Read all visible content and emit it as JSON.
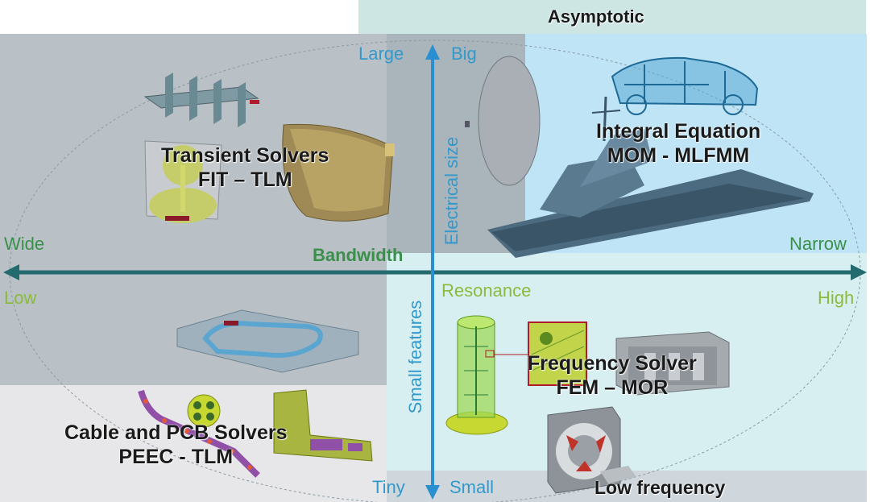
{
  "quadrants": {
    "top_left": "Transient Solvers\nFIT – TLM",
    "top_right": "Integral Equation\nMOM - MLFMM",
    "bottom_right": "Frequency Solver\nFEM – MOR",
    "bottom_left": "Cable and PCB Solvers\nPEEC - TLM"
  },
  "regions": {
    "asymptotic": "Asymptotic",
    "resonance": "Resonance",
    "low_frequency": "Low frequency"
  },
  "axes": {
    "horizontal": {
      "name": "Bandwidth",
      "left": "Wide",
      "right": "Narrow",
      "left_lower": "Low",
      "right_lower": "High"
    },
    "vertical": {
      "name_upper": "Electrical size",
      "name_lower": "Small features",
      "top_left": "Large",
      "top_right": "Big",
      "bottom_left": "Tiny",
      "bottom_right": "Small"
    }
  },
  "colors": {
    "axis": "#236b6e",
    "vertical_axis": "#2a8fd0",
    "green_text": "#3a8f4a",
    "lime_text": "#8bbb3c",
    "blue_text": "#3399cc",
    "asymptotic_bg": "#cfe8e6",
    "gray_region": "#b4bcc2",
    "light_blue": "#bde3f5",
    "light_cyan": "#d9f0f3"
  }
}
